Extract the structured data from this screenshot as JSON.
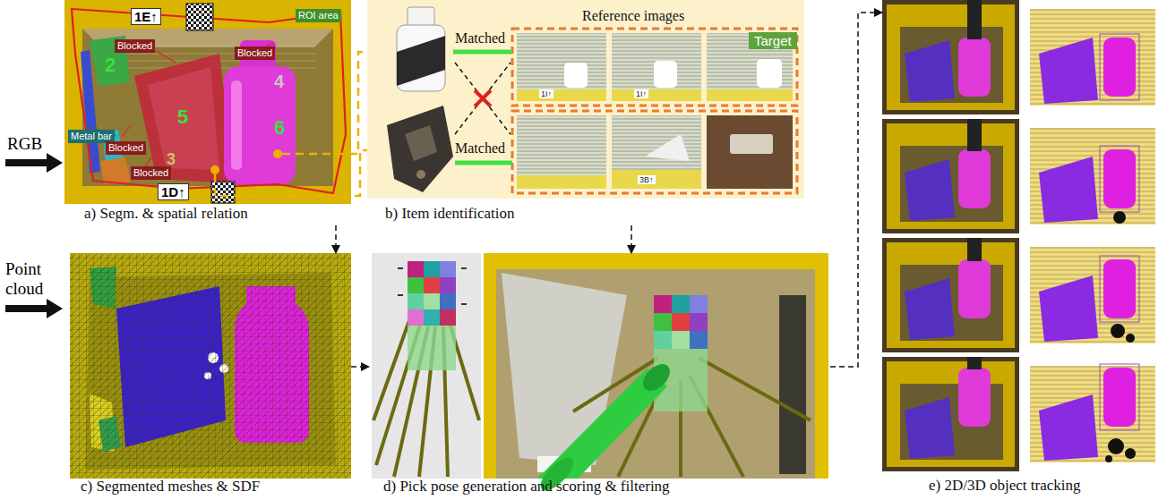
{
  "diagram": {
    "nodes": [
      {
        "text": [
          "a) Segm. & spatial relation"
        ]
      },
      {
        "text": [
          "b) Item identification"
        ]
      },
      {
        "text": [
          "c) Segmented meshes & SDF"
        ]
      },
      {
        "text": [
          "d) Pick pose generation and scoring & filtering"
        ]
      },
      {
        "text": [
          "e) 2D/3D object tracking"
        ]
      }
    ],
    "edges": [
      {
        "from": 0,
        "to": 2,
        "arrow": "to"
      },
      {
        "from": 2,
        "to": 3,
        "arrow": "to"
      },
      {
        "from": 1,
        "to": 3,
        "arrow": "to"
      },
      {
        "from": 3,
        "to": 4,
        "arrow": "to"
      }
    ],
    "labels": [
      "RGB",
      "Point cloud",
      "1E↑",
      "ROI area",
      "Blocked",
      "Blocked",
      "Metal bar",
      "2",
      "5",
      "4",
      "6",
      "3",
      "Blocked",
      "Blocked",
      "1D↑",
      "Reference images",
      "Target",
      "Matched",
      "Matched",
      "1I↑",
      "1I↑",
      "3B↑"
    ]
  }
}
